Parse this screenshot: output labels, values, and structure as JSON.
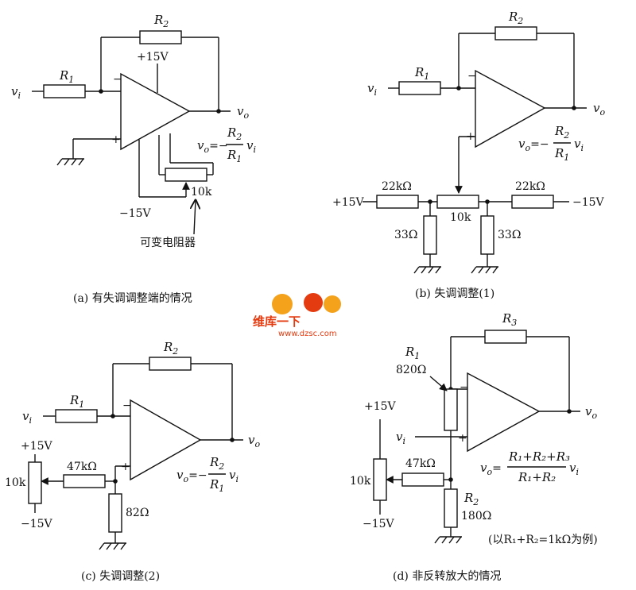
{
  "panel_a": {
    "vi": "v",
    "vi_sub": "i",
    "r1": "R",
    "r1_sub": "1",
    "r2": "R",
    "r2_sub": "2",
    "vplus": "+15V",
    "vminus": "−15V",
    "vo": "v",
    "vo_sub": "o",
    "pot": "10k",
    "pot_note": "可变电阻器",
    "formula_lhs": "v",
    "formula_lhs_sub": "o",
    "formula_eq": "=−",
    "formula_num": "R",
    "formula_num_sub": "2",
    "formula_den": "R",
    "formula_den_sub": "1",
    "formula_tail": "v",
    "formula_tail_sub": "i",
    "caption": "(a) 有失调调整端的情况"
  },
  "panel_b": {
    "vi": "v",
    "vi_sub": "i",
    "r1": "R",
    "r1_sub": "1",
    "r2": "R",
    "r2_sub": "2",
    "vo": "v",
    "vo_sub": "o",
    "vplus": "+15V",
    "vminus": "−15V",
    "r_left": "22kΩ",
    "r_right": "22kΩ",
    "pot": "10k",
    "r_sh_left": "33Ω",
    "r_sh_right": "33Ω",
    "formula_lhs": "v",
    "formula_lhs_sub": "o",
    "formula_eq": "=−",
    "formula_num": "R",
    "formula_num_sub": "2",
    "formula_den": "R",
    "formula_den_sub": "1",
    "formula_tail": "v",
    "formula_tail_sub": "i",
    "caption": "(b) 失调调整(1)"
  },
  "panel_c": {
    "vi": "v",
    "vi_sub": "i",
    "r1": "R",
    "r1_sub": "1",
    "r2": "R",
    "r2_sub": "2",
    "vo": "v",
    "vo_sub": "o",
    "vplus": "+15V",
    "vminus": "−15V",
    "pot": "10k",
    "r_series": "47kΩ",
    "r_gnd": "82Ω",
    "formula_lhs": "v",
    "formula_lhs_sub": "o",
    "formula_eq": "=−",
    "formula_num": "R",
    "formula_num_sub": "2",
    "formula_den": "R",
    "formula_den_sub": "1",
    "formula_tail": "v",
    "formula_tail_sub": "i",
    "caption": "(c) 失调调整(2)"
  },
  "panel_d": {
    "vi": "v",
    "vi_sub": "i",
    "r1": "R",
    "r1_sub": "1",
    "r1_val": "820Ω",
    "r2": "R",
    "r2_sub": "2",
    "r2_val": "180Ω",
    "r3": "R",
    "r3_sub": "3",
    "vo": "v",
    "vo_sub": "o",
    "vplus": "+15V",
    "vminus": "−15V",
    "pot": "10k",
    "r_series": "47kΩ",
    "formula_lhs": "v",
    "formula_lhs_sub": "o",
    "formula_eq": "=",
    "formula_num": "R₁+R₂+R₃",
    "formula_den": "R₁+R₂",
    "formula_tail": "v",
    "formula_tail_sub": "i",
    "note": "(以R₁+R₂=1kΩ为例)",
    "caption": "(d) 非反转放大的情况"
  },
  "watermark": {
    "line1": "维库一下",
    "line2": "www.dzsc.com"
  },
  "colors": {
    "ink": "#111111",
    "watermark": "#e53b10"
  }
}
